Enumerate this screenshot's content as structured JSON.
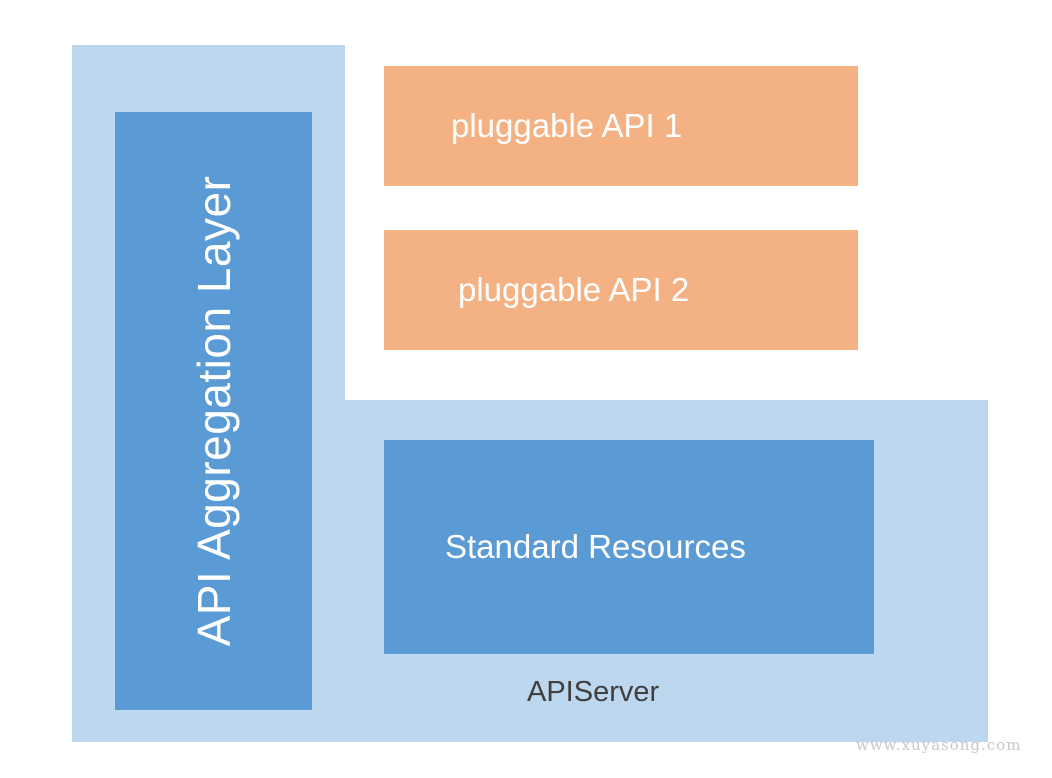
{
  "diagram": {
    "api_server": {
      "label": "APIServer"
    },
    "aggregation_layer": {
      "label": "API Aggregation Layer"
    },
    "pluggable_apis": [
      {
        "label": "pluggable API 1"
      },
      {
        "label": "pluggable API 2"
      }
    ],
    "standard_resources": {
      "label": "Standard Resources"
    },
    "watermark": "www.xuyasong.com"
  },
  "colors": {
    "api_server_fill": "#bdd7ee",
    "aggregation_fill": "#5b9bd5",
    "pluggable_fill": "#f4b183",
    "standard_fill": "#5b9bd5"
  }
}
